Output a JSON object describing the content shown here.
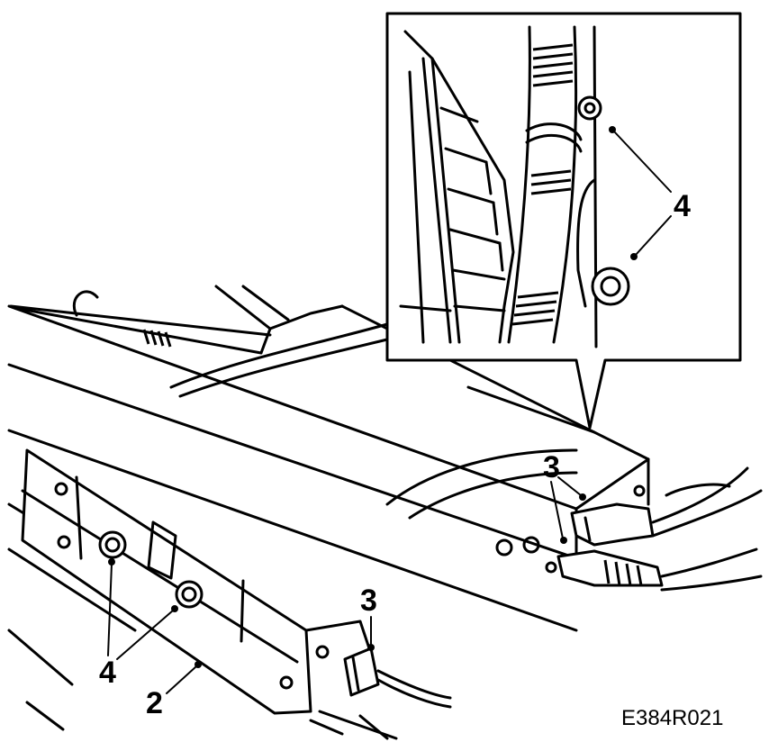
{
  "callouts": {
    "main_3_right": "3",
    "main_3_bottom": "3",
    "main_4": "4",
    "main_2": "2",
    "inset_4": "4"
  },
  "figure_code": "E384R021"
}
